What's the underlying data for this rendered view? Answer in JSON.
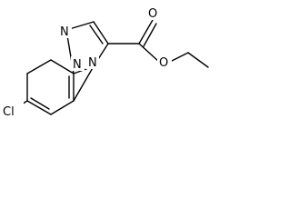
{
  "molecule": {
    "atoms": {
      "cl": "Cl",
      "n1": "N",
      "n2": "N",
      "n3": "N",
      "o1": "O",
      "o2": "O"
    }
  }
}
